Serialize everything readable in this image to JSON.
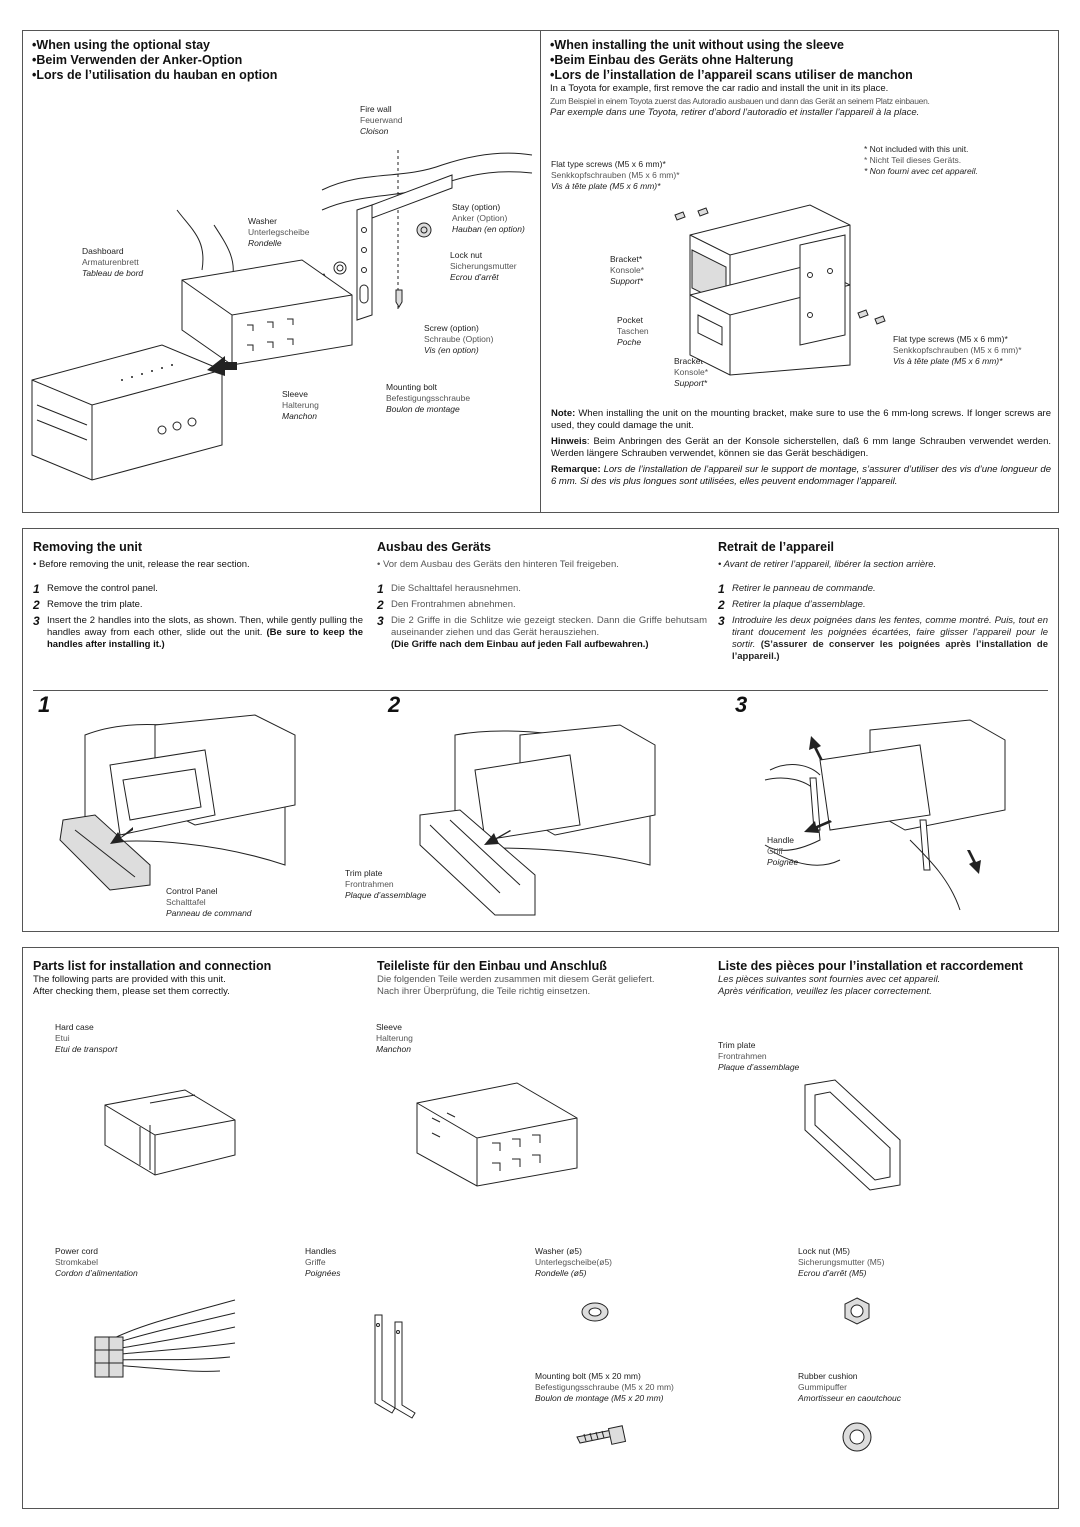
{
  "top_left": {
    "headings": [
      "When using the optional stay",
      "Beim Verwenden der Anker-Option",
      "Lors de l’utilisation du hauban en option"
    ],
    "labels": {
      "fire_wall": [
        "Fire wall",
        "Feuerwand",
        "Cloison"
      ],
      "stay": [
        "Stay (option)",
        "Anker (Option)",
        "Hauban (en option)"
      ],
      "washer": [
        "Washer",
        "Unterlegscheibe",
        "Rondelle"
      ],
      "lock_nut": [
        "Lock nut",
        "Sicherungsmutter",
        "Ecrou d’arrêt"
      ],
      "dashboard": [
        "Dashboard",
        "Armaturenbrett",
        "Tableau de bord"
      ],
      "screw": [
        "Screw (option)",
        "Schraube (Option)",
        "Vis (en option)"
      ],
      "sleeve": [
        "Sleeve",
        "Halterung",
        "Manchon"
      ],
      "mounting_bolt": [
        "Mounting bolt",
        "Befestigungsschraube",
        "Boulon de montage"
      ]
    }
  },
  "top_right": {
    "headings": [
      "When installing the unit without using the sleeve",
      "Beim Einbau des Geräts ohne Halterung",
      "Lors de l’installation de l’appareil scans utiliser de manchon"
    ],
    "intro": [
      "In a Toyota for example, first remove the car radio and install the unit in its place.",
      "Zum Beispiel in einem Toyota zuerst das Autoradio ausbauen und dann das Gerät an seinem Platz einbauen.",
      "Par exemple dans une Toyota, retirer d’abord l’autoradio et installer l’appareil à la place."
    ],
    "not_included": [
      "* Not included with this unit.",
      "* Nicht Teil dieses Geräts.",
      "* Non fourni avec cet appareil."
    ],
    "labels": {
      "flat_screws_1": [
        "Flat type screws (M5 x 6 mm)*",
        "Senkkopfschrauben (M5 x 6 mm)*",
        "Vis à tête plate (M5 x 6 mm)*"
      ],
      "bracket_1": [
        "Bracket*",
        "Konsole*",
        "Support*"
      ],
      "pocket": [
        "Pocket",
        "Taschen",
        "Poche"
      ],
      "bracket_2": [
        "Bracket*",
        "Konsole*",
        "Support*"
      ],
      "flat_screws_2": [
        "Flat type screws (M5 x 6 mm)*",
        "Senkkopfschrauben (M5 x 6 mm)*",
        "Vis à tête plate (M5 x 6 mm)*"
      ]
    },
    "note_label": "Note:",
    "note": " When installing the unit on the mounting bracket, make sure to use the 6 mm-long screws. If longer screws are used, they could damage the unit.",
    "hinweis_label": "Hinweis",
    "hinweis": ": Beim Anbringen des Gerät an der Konsole sicherstellen, daß 6 mm lange Schrauben verwendet werden. Werden längere Schrauben verwendet, können sie das Gerät beschädigen.",
    "remarque_label": "Remarque:",
    "remarque": " Lors de l’installation de l’appareil sur le support de montage, s’assurer d’utiliser des vis d’une longueur de 6 mm. Si des vis plus longues sont utilisées, elles peuvent endommager l’appareil."
  },
  "removing": {
    "en": {
      "title": "Removing the unit",
      "pre": "• Before removing the unit, release the rear section.",
      "steps": [
        "Remove the control panel.",
        "Remove the trim plate.",
        "Insert  the 2 handles into the slots, as shown. Then, while gently pulling the handles away from each other, slide out the unit. "
      ],
      "bold": "(Be sure to keep the handles after installing it.)"
    },
    "de": {
      "title": "Ausbau des Geräts",
      "pre": "• Vor dem Ausbau des Geräts den hinteren Teil freigeben.",
      "steps": [
        "Die Schalttafel herausnehmen.",
        "Den Frontrahmen abnehmen.",
        "Die 2 Griffe in die Schlitze wie gezeigt stecken. Dann die Griffe behutsam auseinander ziehen und das Gerät herausziehen."
      ],
      "bold": "(Die Griffe nach dem Einbau auf jeden Fall aufbewahren.)"
    },
    "fr": {
      "title": "Retrait de l’appareil",
      "pre": "• Avant de retirer l’appareil, libérer la section arrière.",
      "steps": [
        "Retirer le panneau de commande.",
        "Retirer la plaque d’assemblage.",
        "Introduire les deux poignées dans les fentes, comme montré. Puis, tout en tirant doucement les poignées écartées, faire glisser l’appareil pour le sortir. "
      ],
      "bold": "(S’assurer de conserver les poignées après l’installation de l’appareil.)"
    },
    "step_numbers": [
      "1",
      "2",
      "3"
    ],
    "figure_numbers": [
      "1",
      "2",
      "3"
    ],
    "labels": {
      "control_panel": [
        "Control Panel",
        "Schalttafel",
        "Panneau de command"
      ],
      "trim_plate": [
        "Trim plate",
        "Frontrahmen",
        "Plaque d’assemblage"
      ],
      "handle": [
        "Handle",
        "Griff",
        "Poignée"
      ]
    }
  },
  "parts": {
    "en": {
      "title": "Parts list for installation and connection",
      "intro": [
        "The following parts are provided with this unit.",
        "After checking them, please set them correctly."
      ]
    },
    "de": {
      "title": "Teileliste für den Einbau und Anschluß",
      "intro": [
        "Die folgenden Teile werden zusammen mit diesem Gerät geliefert.",
        "Nach ihrer Überprüfung, die Teile richtig einsetzen."
      ]
    },
    "fr": {
      "title": "Liste des pièces pour l’installation et raccordement",
      "intro": [
        "Les pièces suivantes sont fournies avec cet appareil.",
        "Après vérification, veuillez les placer correctement."
      ]
    },
    "items": {
      "hard_case": [
        "Hard case",
        "Etui",
        "Etui de transport"
      ],
      "sleeve": [
        "Sleeve",
        "Halterung",
        "Manchon"
      ],
      "trim_plate": [
        "Trim plate",
        "Frontrahmen",
        "Plaque d’assemblage"
      ],
      "power_cord": [
        "Power cord",
        "Stromkabel",
        "Cordon d’alimentation"
      ],
      "handles": [
        "Handles",
        "Griffe",
        "Poignées"
      ],
      "washer": [
        "Washer (ø5)",
        "Unterlegscheibe(ø5)",
        "Rondelle (ø5)"
      ],
      "lock_nut": [
        "Lock nut (M5)",
        "Sicherungsmutter (M5)",
        "Ecrou d’arrêt (M5)"
      ],
      "mounting_bolt": [
        "Mounting bolt (M5 x 20 mm)",
        "Befestigungsschraube (M5 x 20 mm)",
        "Boulon de montage (M5 x 20 mm)"
      ],
      "rubber_cushion": [
        "Rubber cushion",
        "Gummipuffer",
        "Amortisseur en caoutchouc"
      ]
    }
  }
}
